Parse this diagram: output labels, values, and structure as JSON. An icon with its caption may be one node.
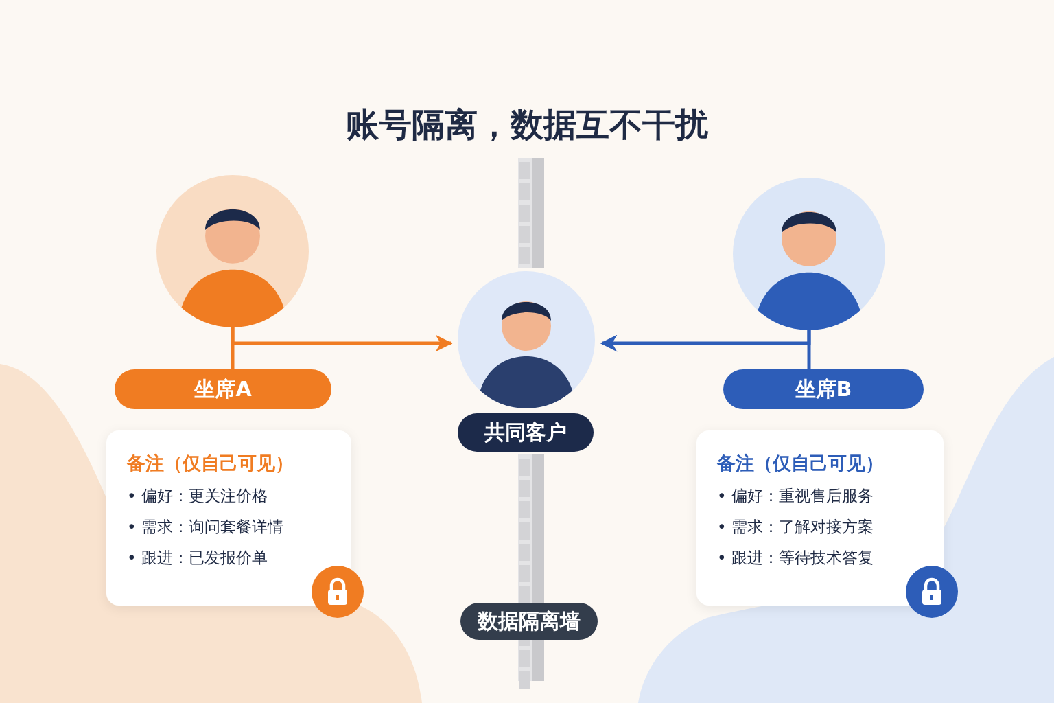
{
  "diagram": {
    "title": "账号隔离，数据互不干扰",
    "nodes": [
      {
        "text": [],
        "shape": "person"
      },
      {
        "text": [
          "坐席A"
        ]
      },
      {
        "text": [
          "备注（仅自己可见）",
          "• 偏好：更关注价格",
          "• 需求：询问套餐详情",
          "• 跟进：已发报价单"
        ]
      },
      {
        "text": [],
        "shape": "person"
      },
      {
        "text": [
          "共同客户"
        ]
      },
      {
        "text": [
          "数据隔离墙"
        ]
      },
      {
        "text": [],
        "shape": "person"
      },
      {
        "text": [
          "坐席B"
        ]
      },
      {
        "text": [
          "备注（仅自己可见）",
          "• 偏好：重视售后服务",
          "• 需求：了解对接方案",
          "• 跟进：等待技术答复"
        ]
      }
    ],
    "edges": [
      {
        "from": 0,
        "to": 1,
        "arrow": "none",
        "color": "#f07c22"
      },
      {
        "from": 0,
        "to": 3,
        "arrow": "to",
        "color": "#f07c22"
      },
      {
        "from": 6,
        "to": 7,
        "arrow": "none",
        "color": "#2d5db8"
      },
      {
        "from": 6,
        "to": 3,
        "arrow": "to",
        "color": "#2d5db8"
      }
    ]
  }
}
